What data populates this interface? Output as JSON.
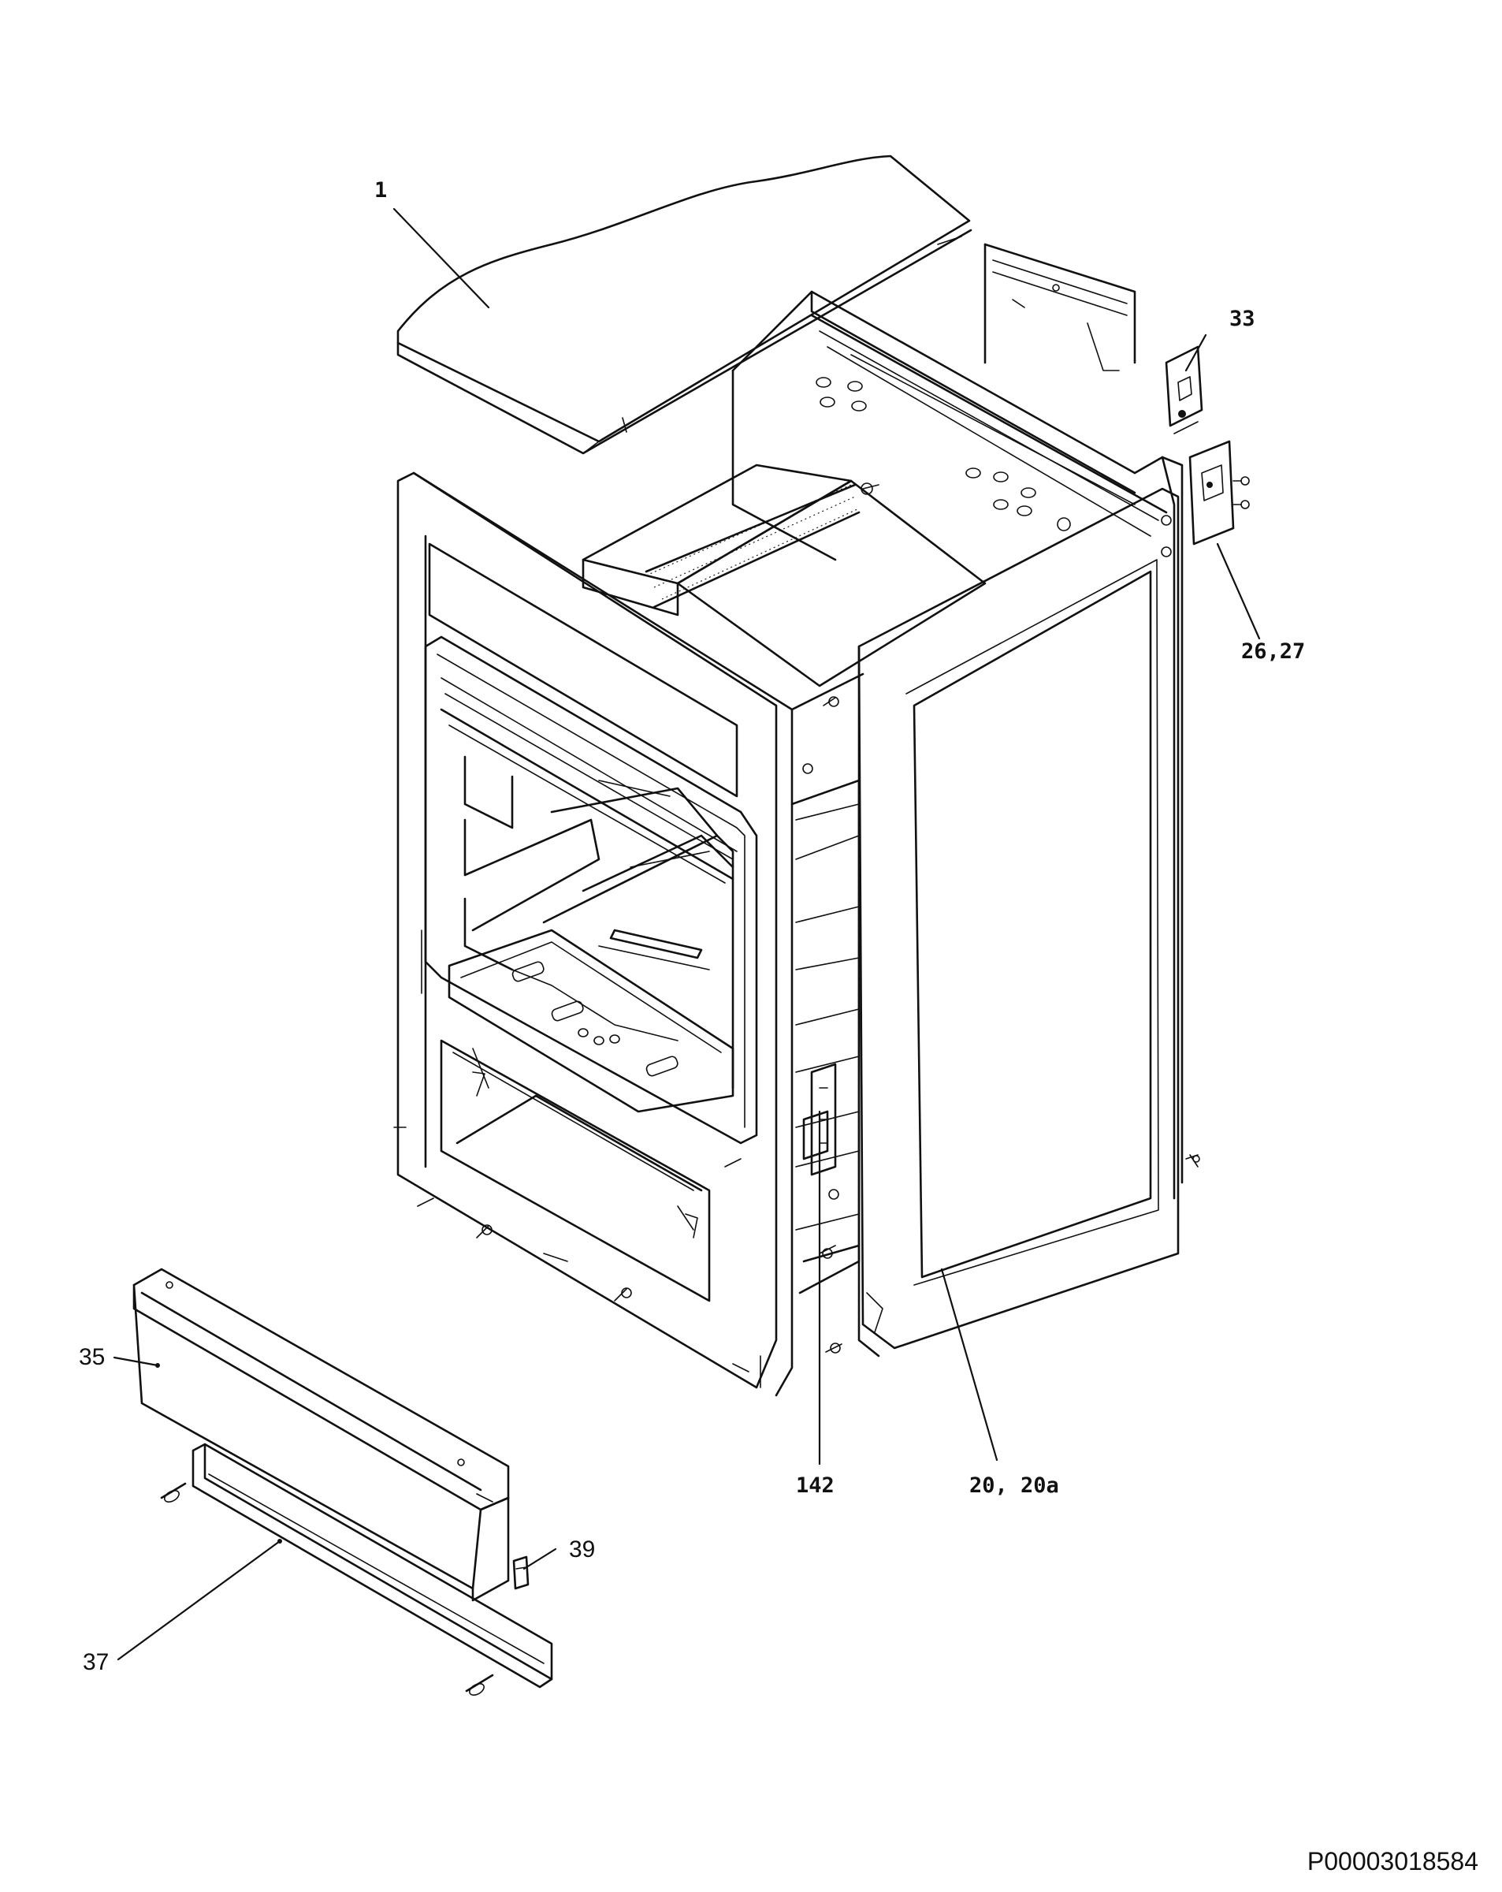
{
  "callouts": [
    {
      "id": "top-cover",
      "text": "1"
    },
    {
      "id": "hinge-bracket",
      "text": "33"
    },
    {
      "id": "hinge",
      "text": "26,27"
    },
    {
      "id": "front-frame",
      "text": "142"
    },
    {
      "id": "side-panel",
      "text": "20, 20a"
    },
    {
      "id": "plinth-panel",
      "text": "35"
    },
    {
      "id": "plinth-clip",
      "text": "39"
    },
    {
      "id": "plinth-strip",
      "text": "37"
    }
  ],
  "figure_code": "P00003018584"
}
